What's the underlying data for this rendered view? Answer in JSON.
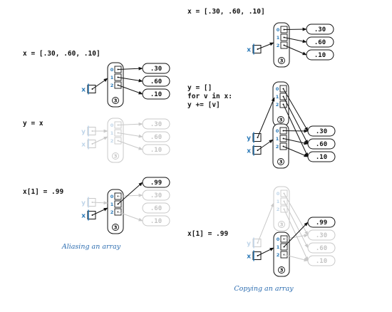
{
  "colors": {
    "accent": "#2b7ab8",
    "ink": "#111111",
    "faded": "#c8c8c8",
    "caption": "#2b6cb0"
  },
  "left": {
    "caption": "Aliasing an array",
    "step1": {
      "code": [
        "x = [.30, .60, .10]"
      ],
      "var": "x",
      "indices": [
        "0",
        "1",
        "2"
      ],
      "length": "3",
      "values": [
        ".30",
        ".60",
        ".10"
      ]
    },
    "step2": {
      "code": [
        "y = x"
      ],
      "vars": [
        "y",
        "x"
      ],
      "indices": [
        "0",
        "1",
        "2"
      ],
      "length": "3",
      "values": [
        ".30",
        ".60",
        ".10"
      ]
    },
    "step3": {
      "code": [
        "x[1] = .99"
      ],
      "vars": [
        "y",
        "x"
      ],
      "indices": [
        "0",
        "1",
        "2"
      ],
      "length": "3",
      "values": [
        ".99",
        ".30",
        ".60",
        ".10"
      ]
    }
  },
  "right": {
    "caption": "Copying an array",
    "step1": {
      "code": [
        "x = [.30, .60, .10]"
      ],
      "var": "x",
      "indices": [
        "0",
        "1",
        "2"
      ],
      "length": "3",
      "values": [
        ".30",
        ".60",
        ".10"
      ]
    },
    "step2": {
      "code": [
        "y = []",
        "for v in x:",
        "    y += [v]"
      ],
      "vars": [
        "y",
        "x"
      ],
      "indices": [
        "0",
        "1",
        "2"
      ],
      "length": "3",
      "values": [
        ".30",
        ".60",
        ".10"
      ]
    },
    "step3": {
      "code": [
        "x[1] = .99"
      ],
      "vars": [
        "y",
        "x"
      ],
      "indices": [
        "0",
        "1",
        "2"
      ],
      "length": "3",
      "values": [
        ".99",
        ".30",
        ".60",
        ".10"
      ]
    }
  }
}
